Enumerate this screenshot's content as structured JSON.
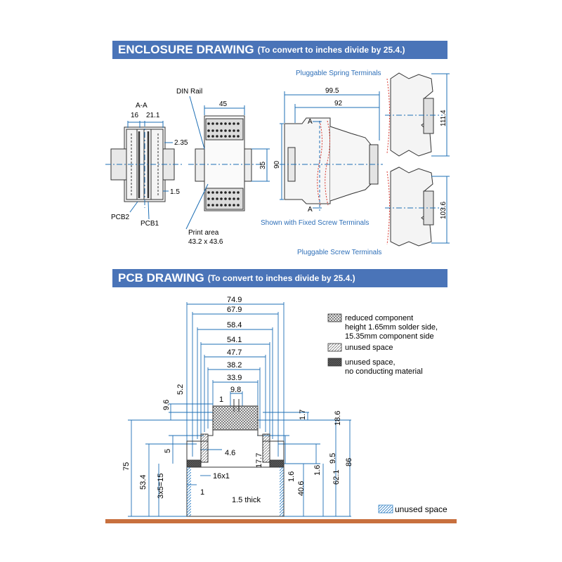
{
  "colors": {
    "banner": "#4a74b8",
    "callout_blue": "#2e6fb8",
    "dim_line": "#1e6fb5",
    "footer_rule": "#c8703e",
    "red_break": "#d9342b"
  },
  "enclosure": {
    "title": "ENCLOSURE DRAWING",
    "subtitle": "(To convert to inches divide by 25.4.)",
    "section": {
      "label": "A-A",
      "d16": "16",
      "d21": "21.1",
      "d235": "2.35",
      "d15": "1.5",
      "pcb2": "PCB2",
      "pcb1": "PCB1"
    },
    "front": {
      "din_rail": "DIN Rail",
      "width": "45",
      "rail": "35",
      "print_area": "Print area",
      "print_size": "43.2 x 43.6"
    },
    "side": {
      "d995": "99.5",
      "d92": "92",
      "d90": "90",
      "a_top": "A",
      "a_bot": "A",
      "fixed": "Shown with Fixed Screw Terminals"
    },
    "spring": {
      "label": "Pluggable Spring Terminals",
      "dim": "111.4"
    },
    "screw": {
      "label": "Pluggable Screw Terminals",
      "dim": "103.6"
    }
  },
  "pcb": {
    "title": "PCB DRAWING",
    "subtitle": "(To convert to inches divide by 25.4.)",
    "widths": [
      "74.9",
      "67.9",
      "58.4",
      "54.1",
      "47.7",
      "38.2",
      "33.9",
      "9.8"
    ],
    "left_dims": {
      "d52": "5.2",
      "d96": "9.6",
      "d5": "5",
      "d46": "4.6",
      "d75": "75",
      "d534": "53.4",
      "d3x5": "3x5=15",
      "d1a": "1",
      "d1b": "1"
    },
    "right_dims": {
      "d17": "1.7",
      "d186": "18.6",
      "d177": "17.7",
      "d95": "9.5",
      "d16a": "1.6",
      "d16b": "1.6",
      "d406": "40.6",
      "d621": "62.1",
      "d86": "86"
    },
    "pin": "16x1",
    "thick": "1.5 thick",
    "legend": [
      {
        "line1": "reduced component",
        "line2": "height 1.65mm solder side,",
        "line3": "15.35mm component side"
      },
      {
        "line1": "unused space"
      },
      {
        "line1": "unused space,",
        "line2": "no conducting material"
      }
    ],
    "bottom_legend": "unused space"
  }
}
